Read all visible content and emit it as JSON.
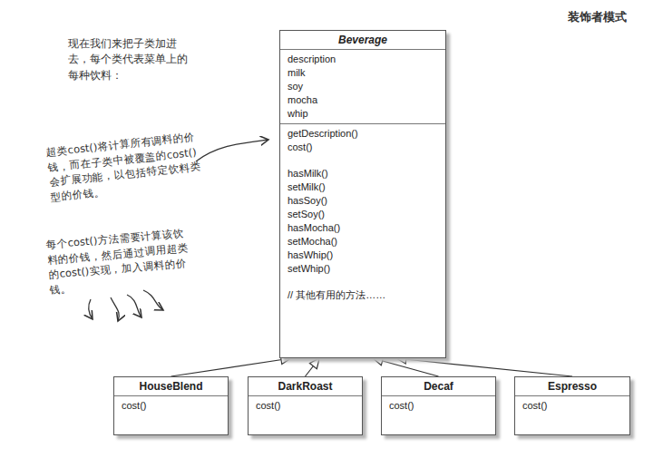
{
  "diagram": {
    "nodes": [
      {
        "text": [
          "Beverage",
          "description",
          "milk",
          "soy",
          "mocha",
          "whip",
          "getDescription()",
          "cost()",
          "hasMilk()",
          "setMilk()",
          "hasSoy()",
          "setSoy()",
          "hasMocha()",
          "setMocha()",
          "hasWhip()",
          "setWhip()",
          "// 其他有用的方法……"
        ]
      },
      {
        "text": [
          "HouseBlend",
          "cost()"
        ]
      },
      {
        "text": [
          "DarkRoast",
          "cost()"
        ]
      },
      {
        "text": [
          "Decaf",
          "cost()"
        ]
      },
      {
        "text": [
          "Espresso",
          "cost()"
        ]
      }
    ],
    "edges": [
      {
        "from": 1,
        "to": 0,
        "arrow": "to"
      },
      {
        "from": 2,
        "to": 0,
        "arrow": "to"
      },
      {
        "from": 3,
        "to": 0,
        "arrow": "to"
      },
      {
        "from": 4,
        "to": 0,
        "arrow": "to"
      }
    ],
    "labels": [
      "装饰者模式",
      "现在我们来把子类加进去，每个类代表菜单上的每种饮料：",
      "超类cost()将计算所有调料的价钱，而在子类中被覆盖的cost()会扩展功能，以包括特定饮料类型的价钱。",
      "每个cost()方法需要计算该饮料的价钱，然后通过调用超类的cost()实现，加入调料的价钱。"
    ]
  }
}
